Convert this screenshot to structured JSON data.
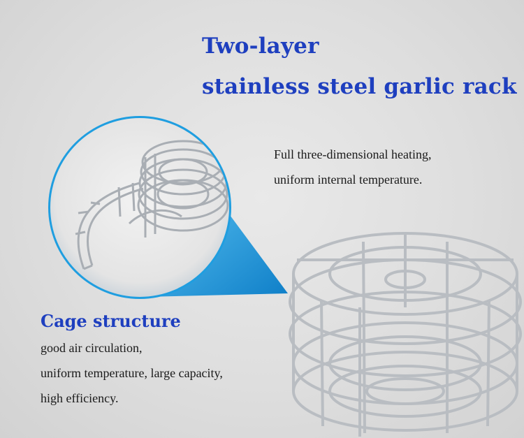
{
  "headline": {
    "line1": "Two-layer",
    "line2": "stainless steel garlic rack"
  },
  "heating_text": {
    "line1": "Full three-dimensional heating,",
    "line2": "uniform internal temperature."
  },
  "cage": {
    "title": "Cage structure",
    "line1": "good air circulation,",
    "line2": "uniform temperature, large capacity,",
    "line3": "high efficiency."
  },
  "colors": {
    "headline": "#1e3fbf",
    "accent_blue": "#1f9ee0",
    "steel": "#b9bdc2"
  }
}
